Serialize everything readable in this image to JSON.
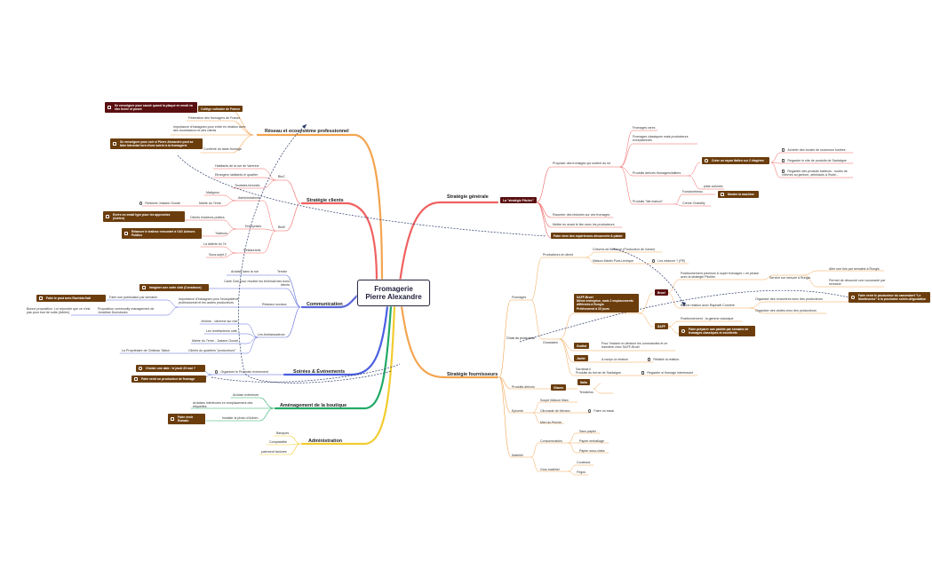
{
  "root": {
    "title_line1": "Fromagerie",
    "title_line2": "Pierre Alexandre"
  },
  "colors": {
    "reseau": "#f4a450",
    "strategie_clients": "#f06060",
    "communication": "#5a68d8",
    "soirees": "#4a5fe0",
    "amenagement": "#22aa66",
    "administration": "#f2cc30",
    "strategie_generale": "#f06060",
    "fournisseurs": "#f4a450",
    "task_bg": "#6b3d0d",
    "task_dark_bg": "#5a0f10",
    "relation_line": "#2c3a6a"
  },
  "left": {
    "reseau": {
      "label": "Réseau et ecosystème professionnel",
      "items": [
        "Collège culinaire de France",
        "Fédération des fromagers de France",
        "Importance d'Instagram pour entre en relation avec des fournisseurs et des clients",
        "Confrérie du taste-fromage"
      ],
      "tasks": [
        "Se renseigner pour savoir quand la plaque en email va être livrée et posée",
        "Se renseigner pour voir si Pierre Alexandre peut se faire intronisé lors d'une soirée à la fromagerie"
      ]
    },
    "strategie_clients": {
      "label": "Stratégie clients",
      "btoc": {
        "label": "BtoC",
        "items": [
          "Habitants de la rue de Varenne",
          "Etrangers habitants le quartier",
          "Touristes fortunés"
        ]
      },
      "btob": {
        "label": "BtoB",
        "administrations": {
          "label": "Administrations",
          "items": [
            "Matignon",
            "Mairie du 7eme"
          ],
          "task": "Relancer Josiane Goude"
        },
        "entreprises": {
          "label": "Entreprises",
          "items": [
            "Clients d'acteurs publics",
            "Traiteurs"
          ],
          "tasks": [
            "Ecrire un email type pour les approches (Adrien)",
            "Relancer le traiteur rencontré à l'AG Acteurs Publics"
          ]
        },
        "restaurants": {
          "label": "Restaurants",
          "items": [
            "La laiterie du 7e",
            "Sous-sujet 2"
          ]
        }
      }
    },
    "communication": {
      "label": "Communication",
      "terrain": {
        "label": "Terrain",
        "items": [
          "Ardoise dans la rue"
        ]
      },
      "carte_club": {
        "label": "Carte Club pour récolter les tel/email des bons clients",
        "task": "Imaginer une carte club (Constance)"
      },
      "reseaux_sociaux": {
        "label": "Réseaux sociaux",
        "items": [
          "Importance d'Instagram pour l'ecosystème professionnel et les autres producteurs",
          "Faire une publication par semaine",
          "Proposition community management de Jonathan Dumoisses"
        ],
        "task": "Faire le post avec Rachida Dati",
        "note": "Bonne proposition. Lui répondre que ce n'est pas pour tout de suite (Adrien)"
      },
      "ambassadeurs": {
        "label": "Les Ambassadeurs",
        "items": [
          "Jérôme - Varenne sur mer",
          "Les torréfacteurs café",
          "Mairie du 7eme - Josiane Goude",
          "Clients du quartiers \"producteurs\""
        ],
        "sub": "La Propriétaire de Château Talbot"
      }
    },
    "soirees": {
      "label": "Soirées & Événements",
      "item": "Organiser le Prochain événement",
      "tasks": [
        "Choisir une date : le jeudi 23 mai ?",
        "Faire venir un producteur de fromage"
      ]
    },
    "amenagement": {
      "label": "Aménagement de la boutique",
      "items": [
        "Ardoise extérieure",
        "Ardoises intérieures en remplacement des étiquettes",
        "Installer la photo d'Adrien"
      ],
      "task": "Faire venir Romain"
    },
    "administration": {
      "label": "Administration",
      "items": [
        "Banques",
        "Comptabilité",
        "paiement factures"
      ]
    }
  },
  "right": {
    "strategie_generale": {
      "label": "Stratégie générale",
      "tag": "La \"stratégie Pitcher\"",
      "proposer": {
        "label": "Proposer des fromages qui sortent du lot",
        "items": [
          "Fromages rares",
          "Fromages classiques mais producteurs exceptionnels",
          "Produits dérivés fromagers/laitiers",
          "Produits \"fait maison\""
        ],
        "derives_task": "Créer un rayon Italien sur 2 étagères",
        "derives_subtasks": [
          "Acheter des boules de scamorza fumées",
          "Regarder le site de produits de Sardaigne",
          "Regarder des produits traiteurs : roulés de chèvres au jambon, artichauts à l'huile..."
        ],
        "derives_item": "plats cuisinés",
        "maison_items": [
          "Fontainebleau",
          "Crème Chantilly"
        ],
        "maison_task": "Monter la machine"
      },
      "items": [
        "Raconter des histoires sur ces fromages",
        "Mettre en avant le lien avec les producteurs"
      ],
      "task": "Faire vivre des expériences découverte & plaisir"
    },
    "fournisseurs": {
      "label": "Stratégie fournisseurs",
      "fromages": {
        "label": "Fromages",
        "producteurs_direct": {
          "label": "Producteurs en direct",
          "items": [
            "Chèvres de Bellevue (Producteur de Xavier)",
            "Maison Martin Pont-Lévêque"
          ],
          "task": "Les relancer ? (PE)"
        },
        "choix": "Choix du producteur",
        "grossistes": {
          "label": "Grossistes",
          "saff_box": "SAFF-Bruel\nMême entreprise, mais 2 emplacements différents à Rungis\nPrélèvement à 30 jours",
          "bruel": {
            "tag": "Bruel",
            "items": [
              "Positionnement premium & super fromages = en phase avec la stratégie Pitchler",
              "Bonne relation avec Raphaël Cornière"
            ],
            "service": "Service sur mesure à Rungis",
            "service_items": [
              "Aller une fois par semaine à Rungis",
              "Permet de découvrir une nouveauté par semaine"
            ],
            "relation_items": [
              "Organiser des rencontres avec des producteurs",
              "Organiser des visites chez des producteurs"
            ],
            "task": "Faire venir le producteur du camembert \"Le Moniteureur\" à la prochaine soirée-dégustation"
          },
          "saff": {
            "tag": "SAFF",
            "item": "Positionnement : la gamme classique",
            "task": "Faire préparer une palette par semaine de fromages classiques et excellents"
          },
          "grafiot": {
            "tag": "Grafiot",
            "item": "Pour l'instant on diminue les commandes et on transfère chez SAFF-Bruel"
          },
          "javier": {
            "tag": "Javier",
            "item": "A rompu la relation",
            "task": "Rétablir la relation"
          },
          "sardania": {
            "item": "Sardania il\nProduits du terroir de Sardaigne",
            "task": "Regarder si fromage interessant"
          }
        }
      },
      "produits_derives": {
        "label": "Produits dérivés",
        "tag": "Glaces",
        "sub_tag": "Italia",
        "sub_item": "Terratelos"
      },
      "epicerie": {
        "label": "Epicerie",
        "items": [
          "Soupe Maison Marc",
          "Citronade de Menton",
          "Miel du Perche"
        ],
        "task": "Faire un essai"
      },
      "materiel": {
        "label": "Matériel",
        "consommables": {
          "label": "Consommables",
          "items": [
            "Sacs papier",
            "Papier emballage",
            "Papier sous-vides"
          ]
        },
        "gros_materiel": {
          "label": "Gros matériel",
          "items": [
            "Couteaux",
            "Frigos"
          ]
        }
      }
    }
  }
}
